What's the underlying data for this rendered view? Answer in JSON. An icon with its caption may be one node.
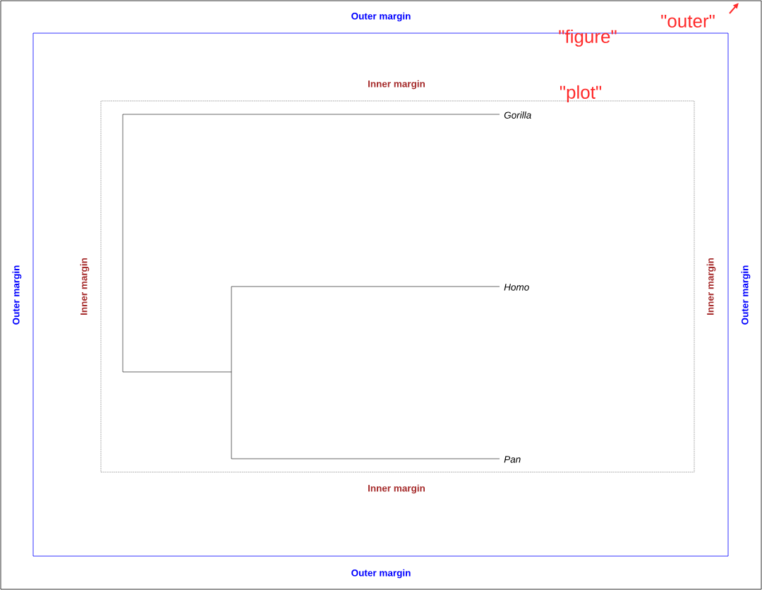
{
  "diagram": {
    "nodes": [
      {
        "text": [
          "Outer margin",
          "Outer margin",
          "Outer margin",
          "Outer margin"
        ]
      },
      {
        "text": [
          "Inner margin",
          "Inner margin",
          "Inner margin",
          "Inner margin"
        ],
        "in": 0
      },
      {
        "text": [],
        "shape": "box",
        "in": 1
      }
    ],
    "labels": [
      "Gorilla",
      "Homo",
      "Pan",
      "\"outer\"",
      "\"figure\"",
      "\"plot\""
    ]
  }
}
